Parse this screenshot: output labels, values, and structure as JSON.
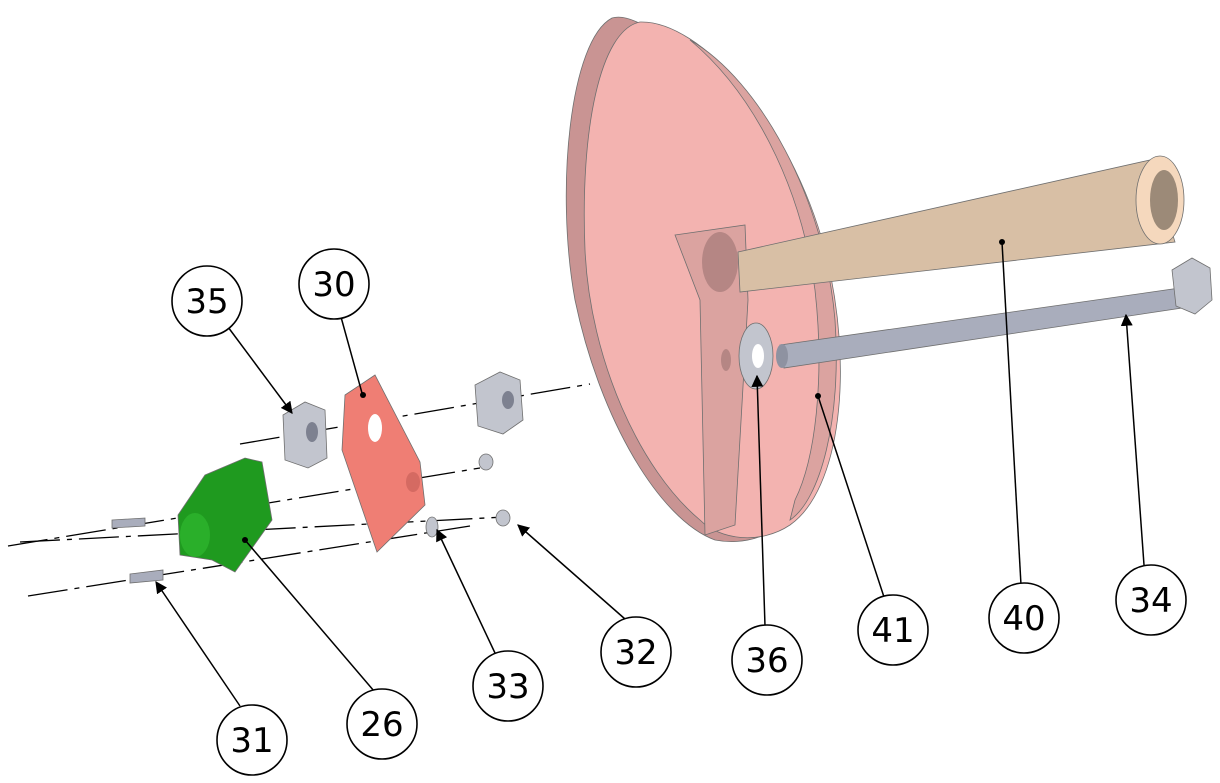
{
  "colors": {
    "wheel_face": "#f3b3b0",
    "wheel_rim": "#c99493",
    "wheel_edge": "#dba3a0",
    "bracket_plate": "#ef7e74",
    "clamp_block": "#1f9a1f",
    "spindle_tube": "#d8bfa5",
    "spindle_tube_end": "#f5d8bd",
    "bolt_metal": "#a9adbc",
    "nut_metal": "#c2c5ce"
  },
  "balloons": [
    {
      "id": "35",
      "label": "35"
    },
    {
      "id": "30",
      "label": "30"
    },
    {
      "id": "31",
      "label": "31"
    },
    {
      "id": "26",
      "label": "26"
    },
    {
      "id": "33",
      "label": "33"
    },
    {
      "id": "32",
      "label": "32"
    },
    {
      "id": "36",
      "label": "36"
    },
    {
      "id": "41",
      "label": "41"
    },
    {
      "id": "40",
      "label": "40"
    },
    {
      "id": "34",
      "label": "34"
    }
  ]
}
